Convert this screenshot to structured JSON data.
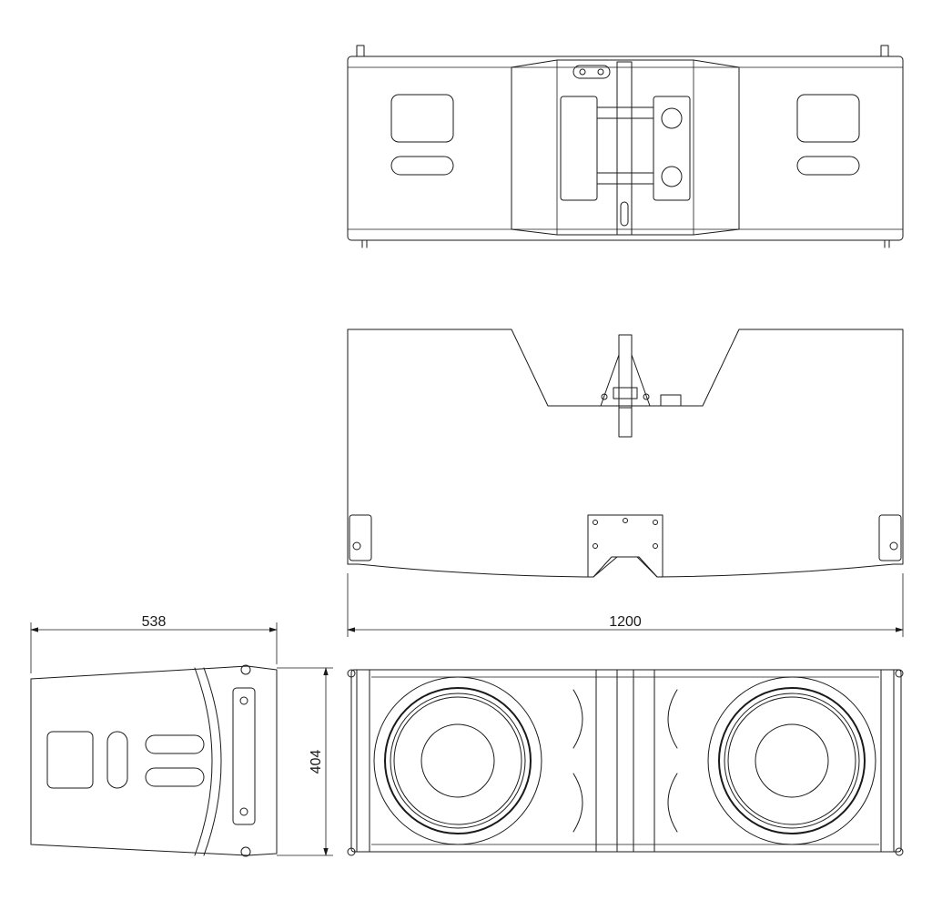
{
  "dimensions": {
    "depth": "538",
    "width": "1200",
    "height": "404"
  }
}
